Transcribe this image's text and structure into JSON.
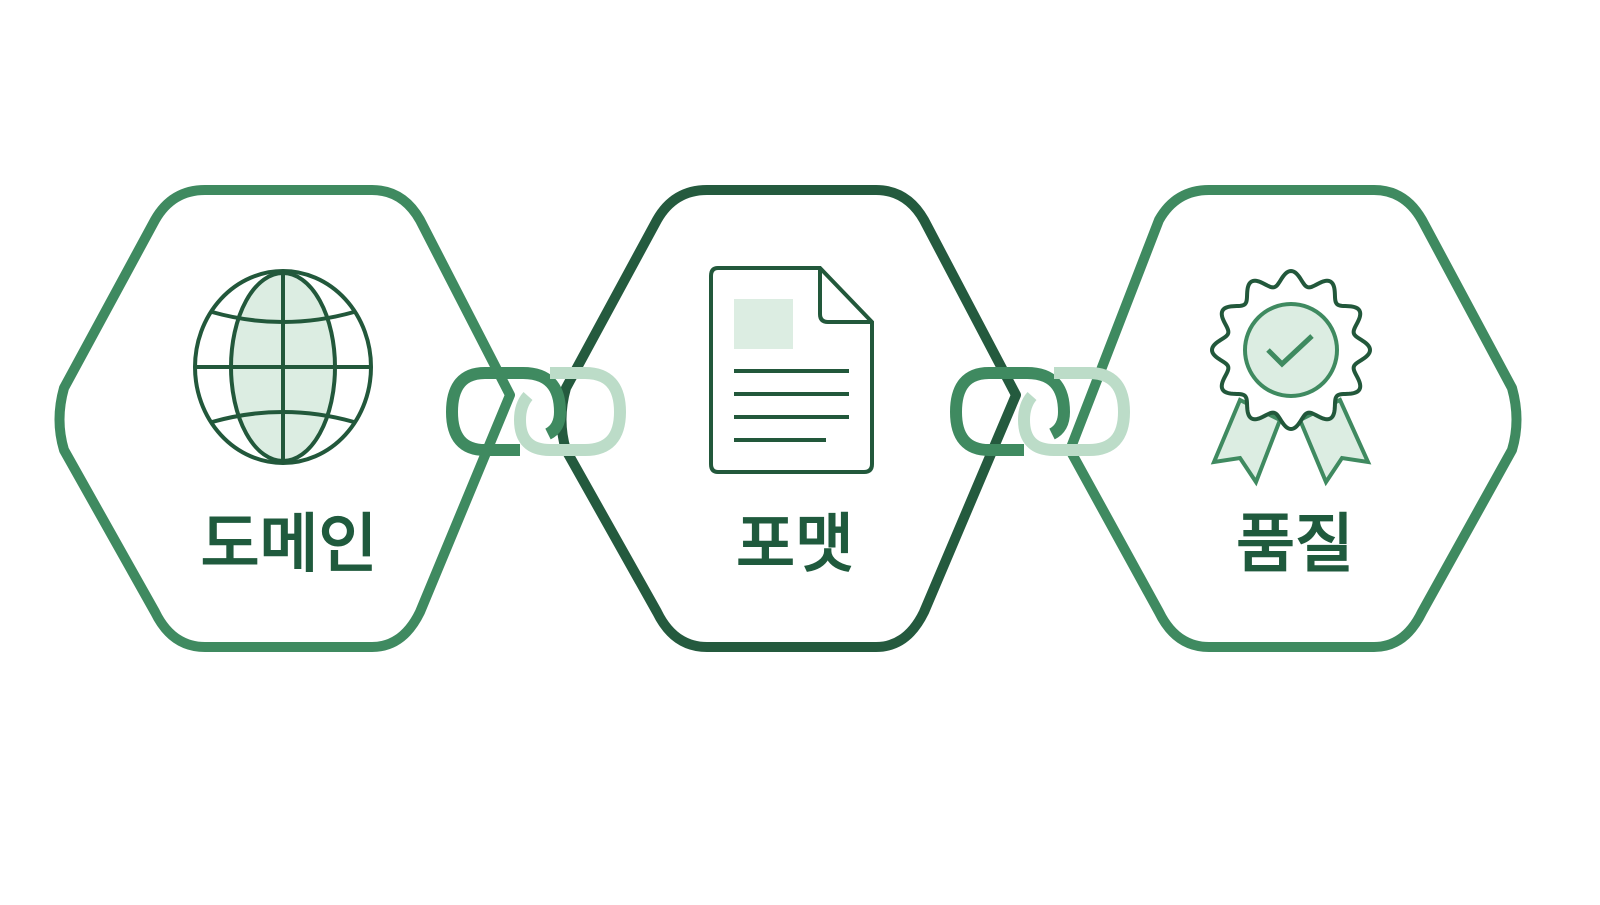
{
  "palette": {
    "outline_medium": "#3f8a60",
    "outline_dark": "#245a3e",
    "icon_stroke": "#22583b",
    "fill_light": "#dcede2",
    "link_light": "#bcdcc8",
    "text": "#1f5a3d"
  },
  "cards": [
    {
      "icon": "globe-icon",
      "label": "도메인"
    },
    {
      "icon": "document-icon",
      "label": "포맷"
    },
    {
      "icon": "award-badge-icon",
      "label": "품질"
    }
  ],
  "connectors": [
    {
      "icon": "chain-link-icon"
    },
    {
      "icon": "chain-link-icon"
    }
  ]
}
